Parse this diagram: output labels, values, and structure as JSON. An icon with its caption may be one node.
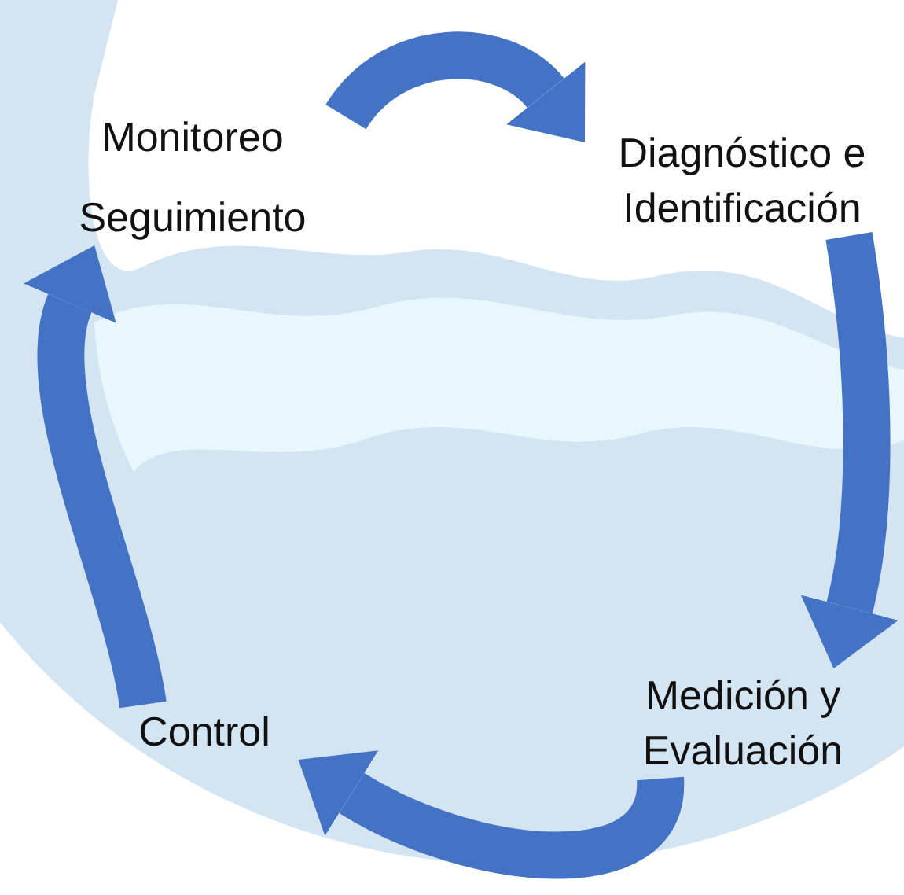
{
  "diagram": {
    "nodes": [
      {
        "text": [
          "Monitoreo",
          "Seguimiento"
        ]
      },
      {
        "text": [
          "Diagnóstico e Identificación"
        ]
      },
      {
        "text": [
          "Medición y Evaluación"
        ]
      },
      {
        "text": [
          "Control"
        ]
      }
    ],
    "edges": [
      {
        "from": 0,
        "to": 1,
        "arrow": "to"
      },
      {
        "from": 1,
        "to": 2,
        "arrow": "to"
      },
      {
        "from": 2,
        "to": 3,
        "arrow": "to"
      },
      {
        "from": 3,
        "to": 0,
        "arrow": "to"
      }
    ]
  }
}
